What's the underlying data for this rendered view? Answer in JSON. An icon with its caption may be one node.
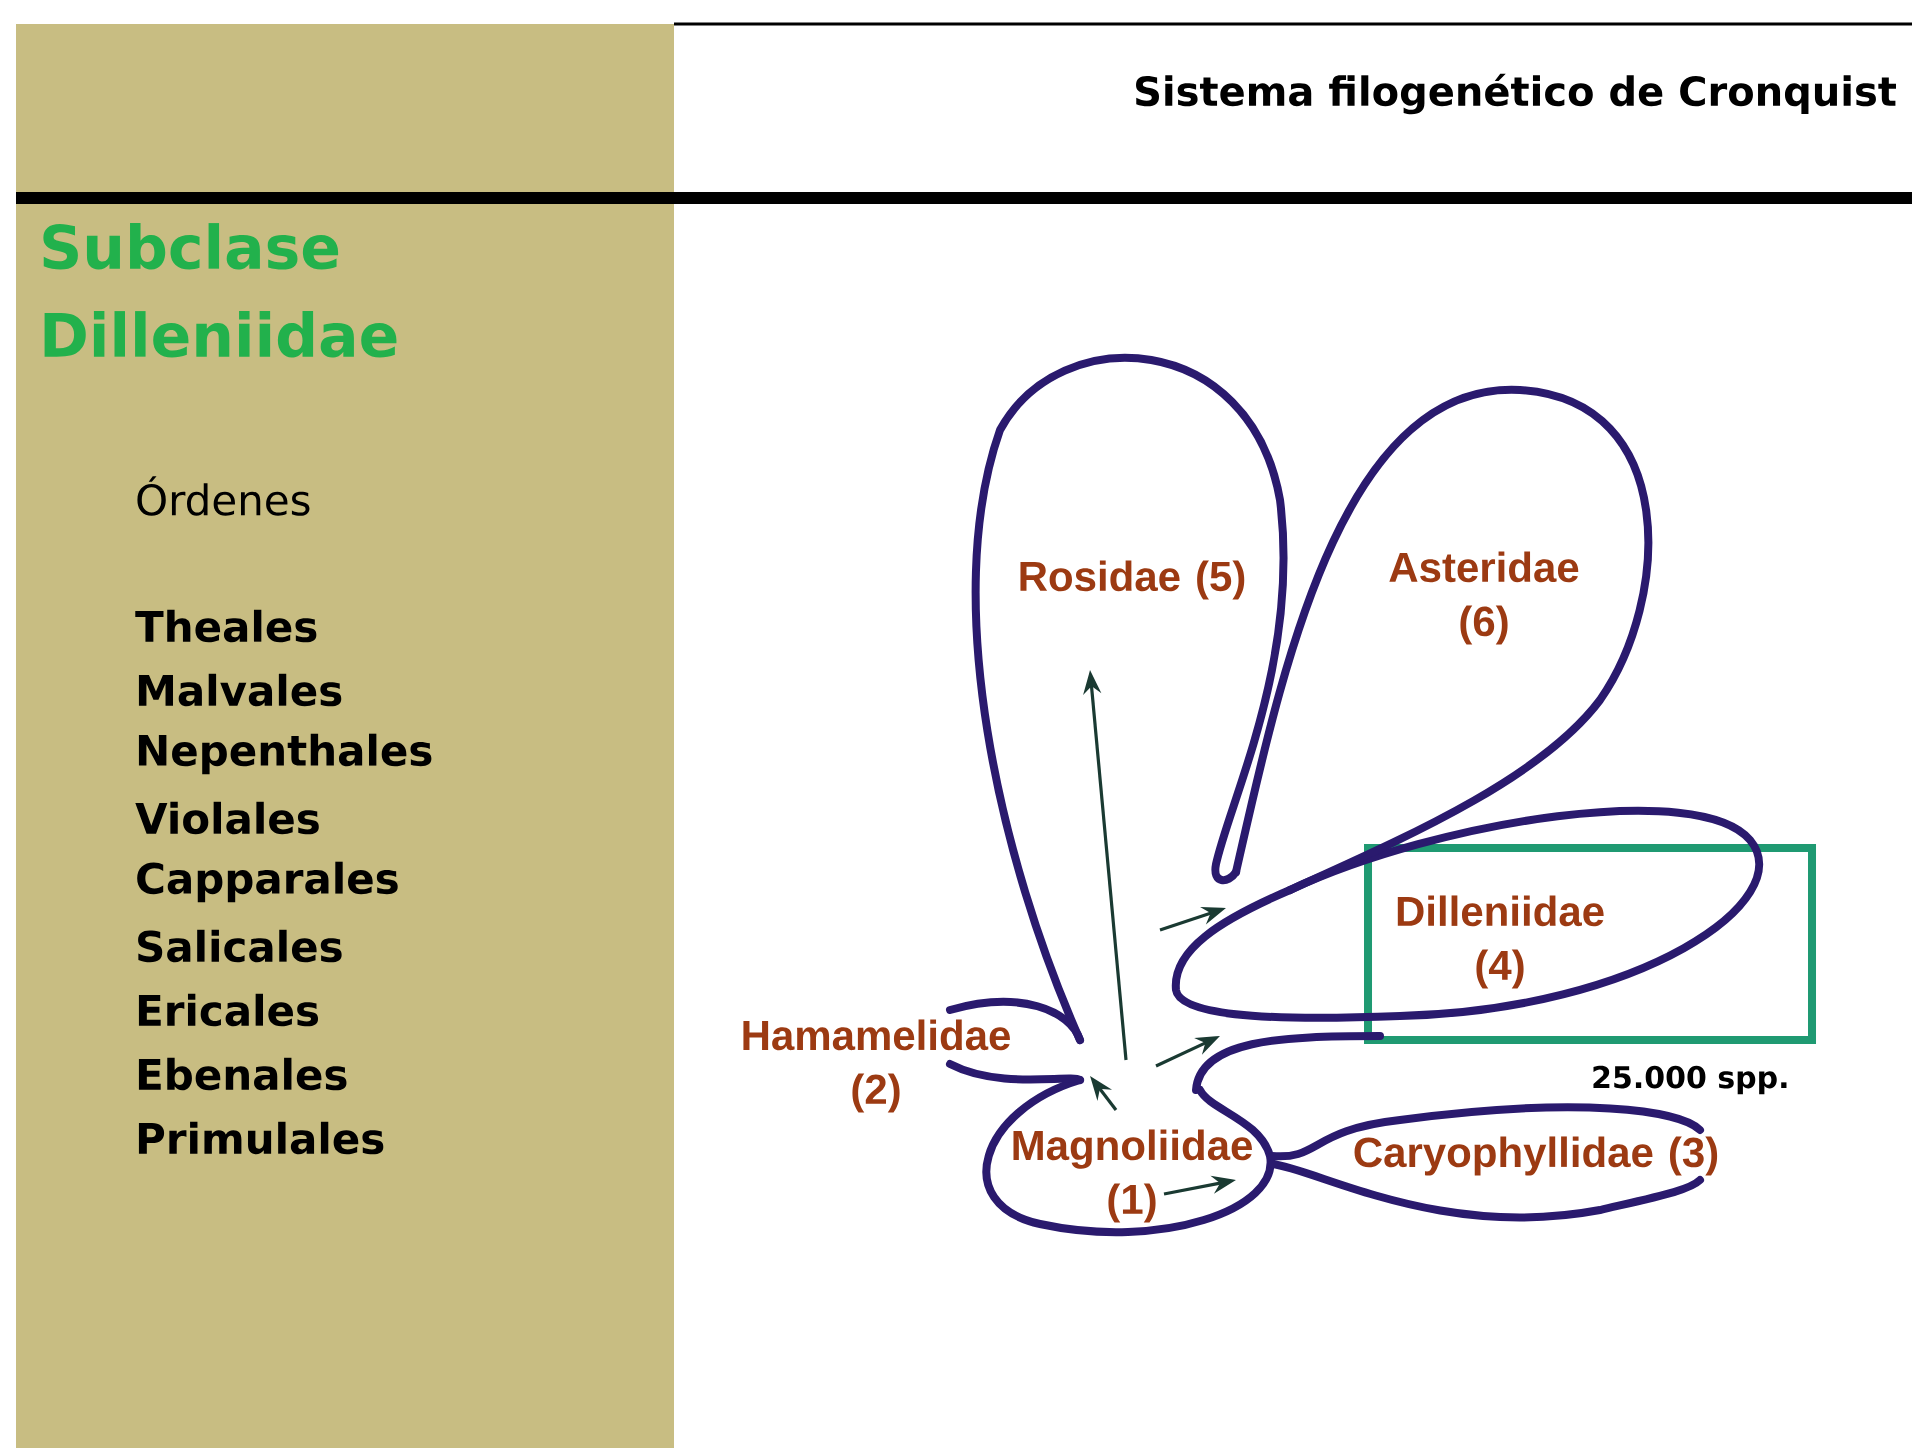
{
  "diagram": {
    "title": "Sistema filogenético de Cronquist",
    "nodes": [
      {
        "text": [
          "Magnoliidae (1)"
        ]
      },
      {
        "text": [
          "Hamamelidae (2)"
        ]
      },
      {
        "text": [
          "Caryophyllidae (3)"
        ]
      },
      {
        "text": [
          "Dilleniidae (4)"
        ]
      },
      {
        "text": [
          "Rosidae (5)"
        ]
      },
      {
        "text": [
          "Asteridae (6)"
        ]
      }
    ],
    "edges": [
      {
        "from": 0,
        "to": 4,
        "arrow": "to"
      },
      {
        "from": 0,
        "to": 1,
        "arrow": "to"
      },
      {
        "from": 4,
        "to": 3,
        "arrow": "to"
      },
      {
        "from": 0,
        "to": 2,
        "arrow": "to"
      },
      {
        "from": 0,
        "to": 2,
        "arrow": "to"
      }
    ],
    "labels": [
      "Subclase Dilleniidae",
      "Órdenes",
      "Theales",
      "Malvales",
      "Nepenthales",
      "Violales",
      "Capparales",
      "Salicales",
      "Ericales",
      "Ebenales",
      "Primulales",
      "25.000 spp."
    ]
  }
}
